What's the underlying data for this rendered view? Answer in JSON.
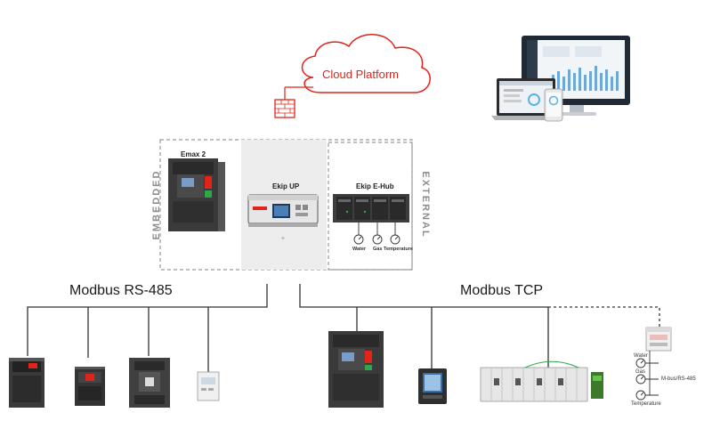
{
  "cloud": {
    "label": "Cloud Platform"
  },
  "devices": {
    "emax2": "Emax 2",
    "ekip_up": "Ekip UP",
    "ekip_ehub": "Ekip E-Hub"
  },
  "sides": {
    "left": "EMBEDDED",
    "right": "EXTERNAL"
  },
  "ehub_meters": [
    "Water",
    "Gas",
    "Temperature"
  ],
  "buses": {
    "rs485": "Modbus RS-485",
    "tcp": "Modbus TCP"
  },
  "mbus": {
    "label": "M-bus/RS-485",
    "meters": [
      "Water",
      "Gas",
      "Temperature"
    ]
  },
  "colors": {
    "accent": "#e2231a",
    "line": "#333333",
    "dash": "#9a9a9a"
  }
}
